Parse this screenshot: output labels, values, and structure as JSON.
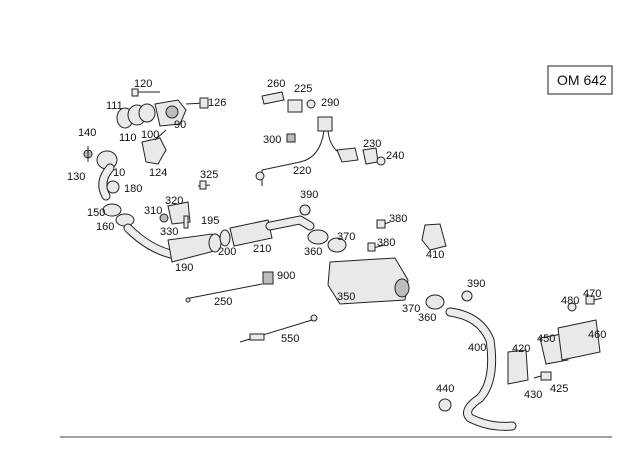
{
  "reference_box": {
    "label": "OM 642"
  },
  "callouts": [
    {
      "id": "c120",
      "text": "120"
    },
    {
      "id": "c111",
      "text": "111"
    },
    {
      "id": "c126",
      "text": "126"
    },
    {
      "id": "c110",
      "text": "110"
    },
    {
      "id": "c100",
      "text": "100"
    },
    {
      "id": "c90",
      "text": "90"
    },
    {
      "id": "c140",
      "text": "140"
    },
    {
      "id": "c124",
      "text": "124"
    },
    {
      "id": "c130",
      "text": "130"
    },
    {
      "id": "c10",
      "text": "10"
    },
    {
      "id": "c180",
      "text": "180"
    },
    {
      "id": "c150",
      "text": "150"
    },
    {
      "id": "c160",
      "text": "160"
    },
    {
      "id": "c310",
      "text": "310"
    },
    {
      "id": "c320",
      "text": "320"
    },
    {
      "id": "c325",
      "text": "325"
    },
    {
      "id": "c330",
      "text": "330"
    },
    {
      "id": "c195",
      "text": "195"
    },
    {
      "id": "c190",
      "text": "190"
    },
    {
      "id": "c200",
      "text": "200"
    },
    {
      "id": "c210",
      "text": "210"
    },
    {
      "id": "c260",
      "text": "260"
    },
    {
      "id": "c225",
      "text": "225"
    },
    {
      "id": "c290",
      "text": "290"
    },
    {
      "id": "c300",
      "text": "300"
    },
    {
      "id": "c220",
      "text": "220"
    },
    {
      "id": "c230",
      "text": "230"
    },
    {
      "id": "c240",
      "text": "240"
    },
    {
      "id": "c390a",
      "text": "390"
    },
    {
      "id": "c380a",
      "text": "380"
    },
    {
      "id": "c370a",
      "text": "370"
    },
    {
      "id": "c380b",
      "text": "380"
    },
    {
      "id": "c360a",
      "text": "360"
    },
    {
      "id": "c410",
      "text": "410"
    },
    {
      "id": "c900",
      "text": "900"
    },
    {
      "id": "c250",
      "text": "250"
    },
    {
      "id": "c350",
      "text": "350"
    },
    {
      "id": "c390b",
      "text": "390"
    },
    {
      "id": "c370b",
      "text": "370"
    },
    {
      "id": "c360b",
      "text": "360"
    },
    {
      "id": "c550",
      "text": "550"
    },
    {
      "id": "c400",
      "text": "400"
    },
    {
      "id": "c480",
      "text": "480"
    },
    {
      "id": "c470",
      "text": "470"
    },
    {
      "id": "c450",
      "text": "450"
    },
    {
      "id": "c460",
      "text": "460"
    },
    {
      "id": "c420",
      "text": "420"
    },
    {
      "id": "c425",
      "text": "425"
    },
    {
      "id": "c430",
      "text": "430"
    },
    {
      "id": "c440",
      "text": "440"
    }
  ]
}
